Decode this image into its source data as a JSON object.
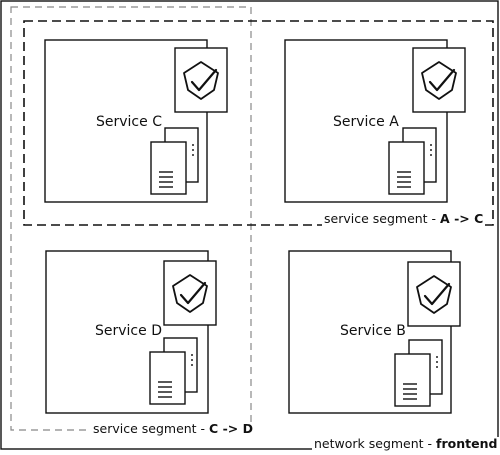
{
  "network_segment": {
    "prefix": "network segment - ",
    "name": "frontend"
  },
  "segment_ac": {
    "prefix": "service segment - ",
    "name": "A -> C"
  },
  "segment_cd": {
    "prefix": "service segment - ",
    "name": "C -> D"
  },
  "services": {
    "c": {
      "label": "Service C"
    },
    "a": {
      "label": "Service A"
    },
    "d": {
      "label": "Service D"
    },
    "b": {
      "label": "Service B"
    }
  },
  "icons": {
    "shield": "shield-check-icon",
    "server": "server-stack-icon"
  },
  "colors": {
    "line": "#111111",
    "dashed": "#888888",
    "dashed_dark": "#111111",
    "background": "#ffffff"
  }
}
